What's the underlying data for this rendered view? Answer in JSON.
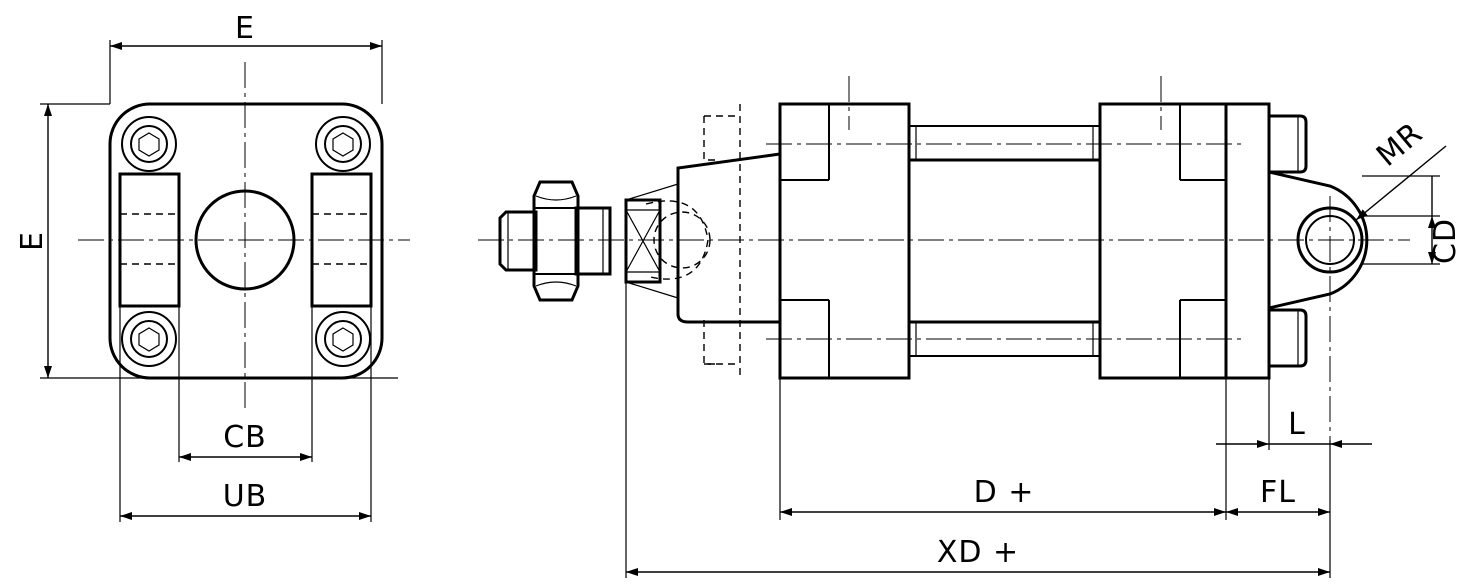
{
  "labels": {
    "e_top": "E",
    "e_left": "E",
    "cb": "CB",
    "ub": "UB",
    "mr": "MR",
    "cd": "CD",
    "l": "L",
    "d": "D +",
    "fl": "FL",
    "xd": "XD +"
  }
}
